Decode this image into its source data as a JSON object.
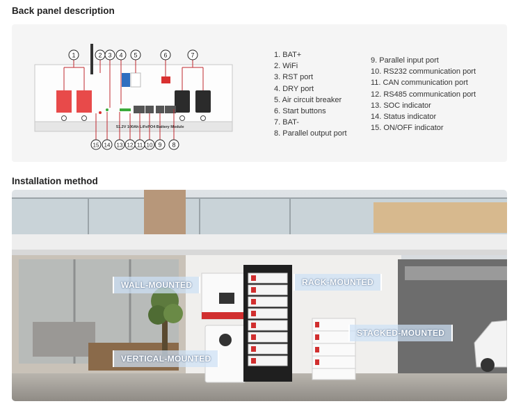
{
  "back_panel": {
    "heading": "Back panel description",
    "model_text": "51.2V 100Ah LiFePO4 Battery Module",
    "callouts": [
      "1",
      "2",
      "3",
      "4",
      "5",
      "6",
      "7",
      "8",
      "9",
      "10",
      "11",
      "12",
      "13",
      "14",
      "15"
    ],
    "items_left": [
      "1.  BAT+",
      "2.  WiFi",
      "3.  RST port",
      "4.  DRY port",
      "5.  Air circuit breaker",
      "6.  Start buttons",
      "7.  BAT-",
      "8.  Parallel output port"
    ],
    "items_right": [
      "9.  Parallel input port",
      "10. RS232 communication port",
      "11. CAN communication port",
      "12. RS485 communication port",
      "13. SOC indicator",
      "14. Status indicator",
      "15. ON/OFF indicator"
    ]
  },
  "installation": {
    "heading": "Installation method",
    "labels": {
      "wall": "WALL-MOUNTED",
      "rack": "RACK-MOUNTED",
      "vertical": "VERTICAL-MOUNTED",
      "stacked": "STACKED-MOUNTED"
    }
  },
  "colors": {
    "bat_plus": "#e84a4a",
    "bat_minus": "#2b2b2b",
    "callout": "#222222"
  }
}
